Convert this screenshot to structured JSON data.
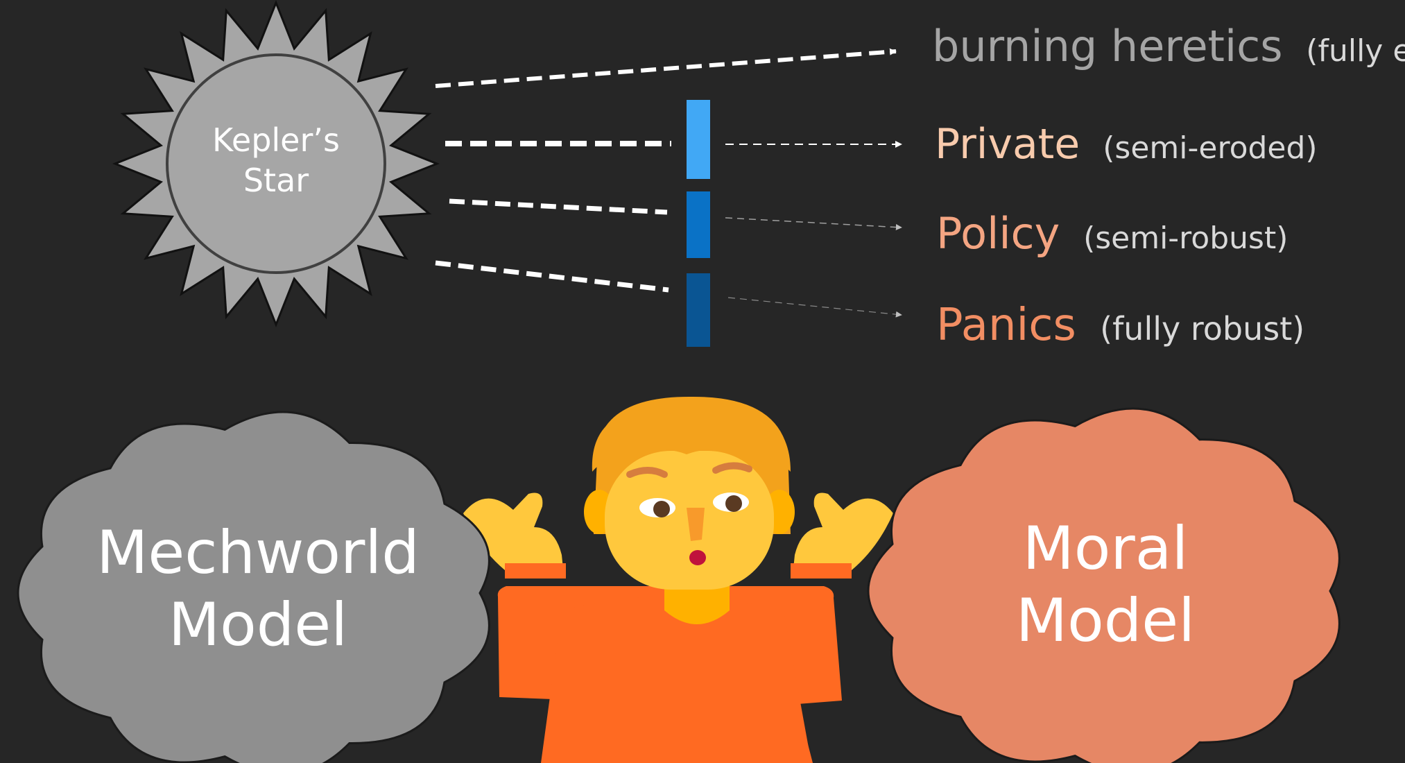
{
  "diagram": {
    "star": {
      "line1": "Kepler’s",
      "line2": "Star"
    },
    "outcomes": [
      {
        "term": "burning heretics",
        "status": "(fully extinct)",
        "term_color": "#a5a5a5"
      },
      {
        "term": "Private",
        "status": "(semi-eroded)",
        "term_color": "#f8cbad"
      },
      {
        "term": "Policy",
        "status": "(semi-robust)",
        "term_color": "#f4a582"
      },
      {
        "term": "Panics",
        "status": "(fully robust)",
        "term_color": "#f28e63"
      }
    ],
    "filters": {
      "colors": [
        "#41a8f5",
        "#0a72c6",
        "#0a5593"
      ]
    },
    "clouds": {
      "left": {
        "line1": "Mechworld",
        "line2": "Model",
        "fill": "#8f8f8f"
      },
      "right": {
        "line1": "Moral",
        "line2": "Model",
        "fill": "#e68765"
      }
    },
    "person": {
      "icon": "person-shrugging-icon"
    },
    "colors": {
      "background": "#262626",
      "status_text": "#d9d9d9",
      "star_fill": "#a6a6a6"
    }
  }
}
